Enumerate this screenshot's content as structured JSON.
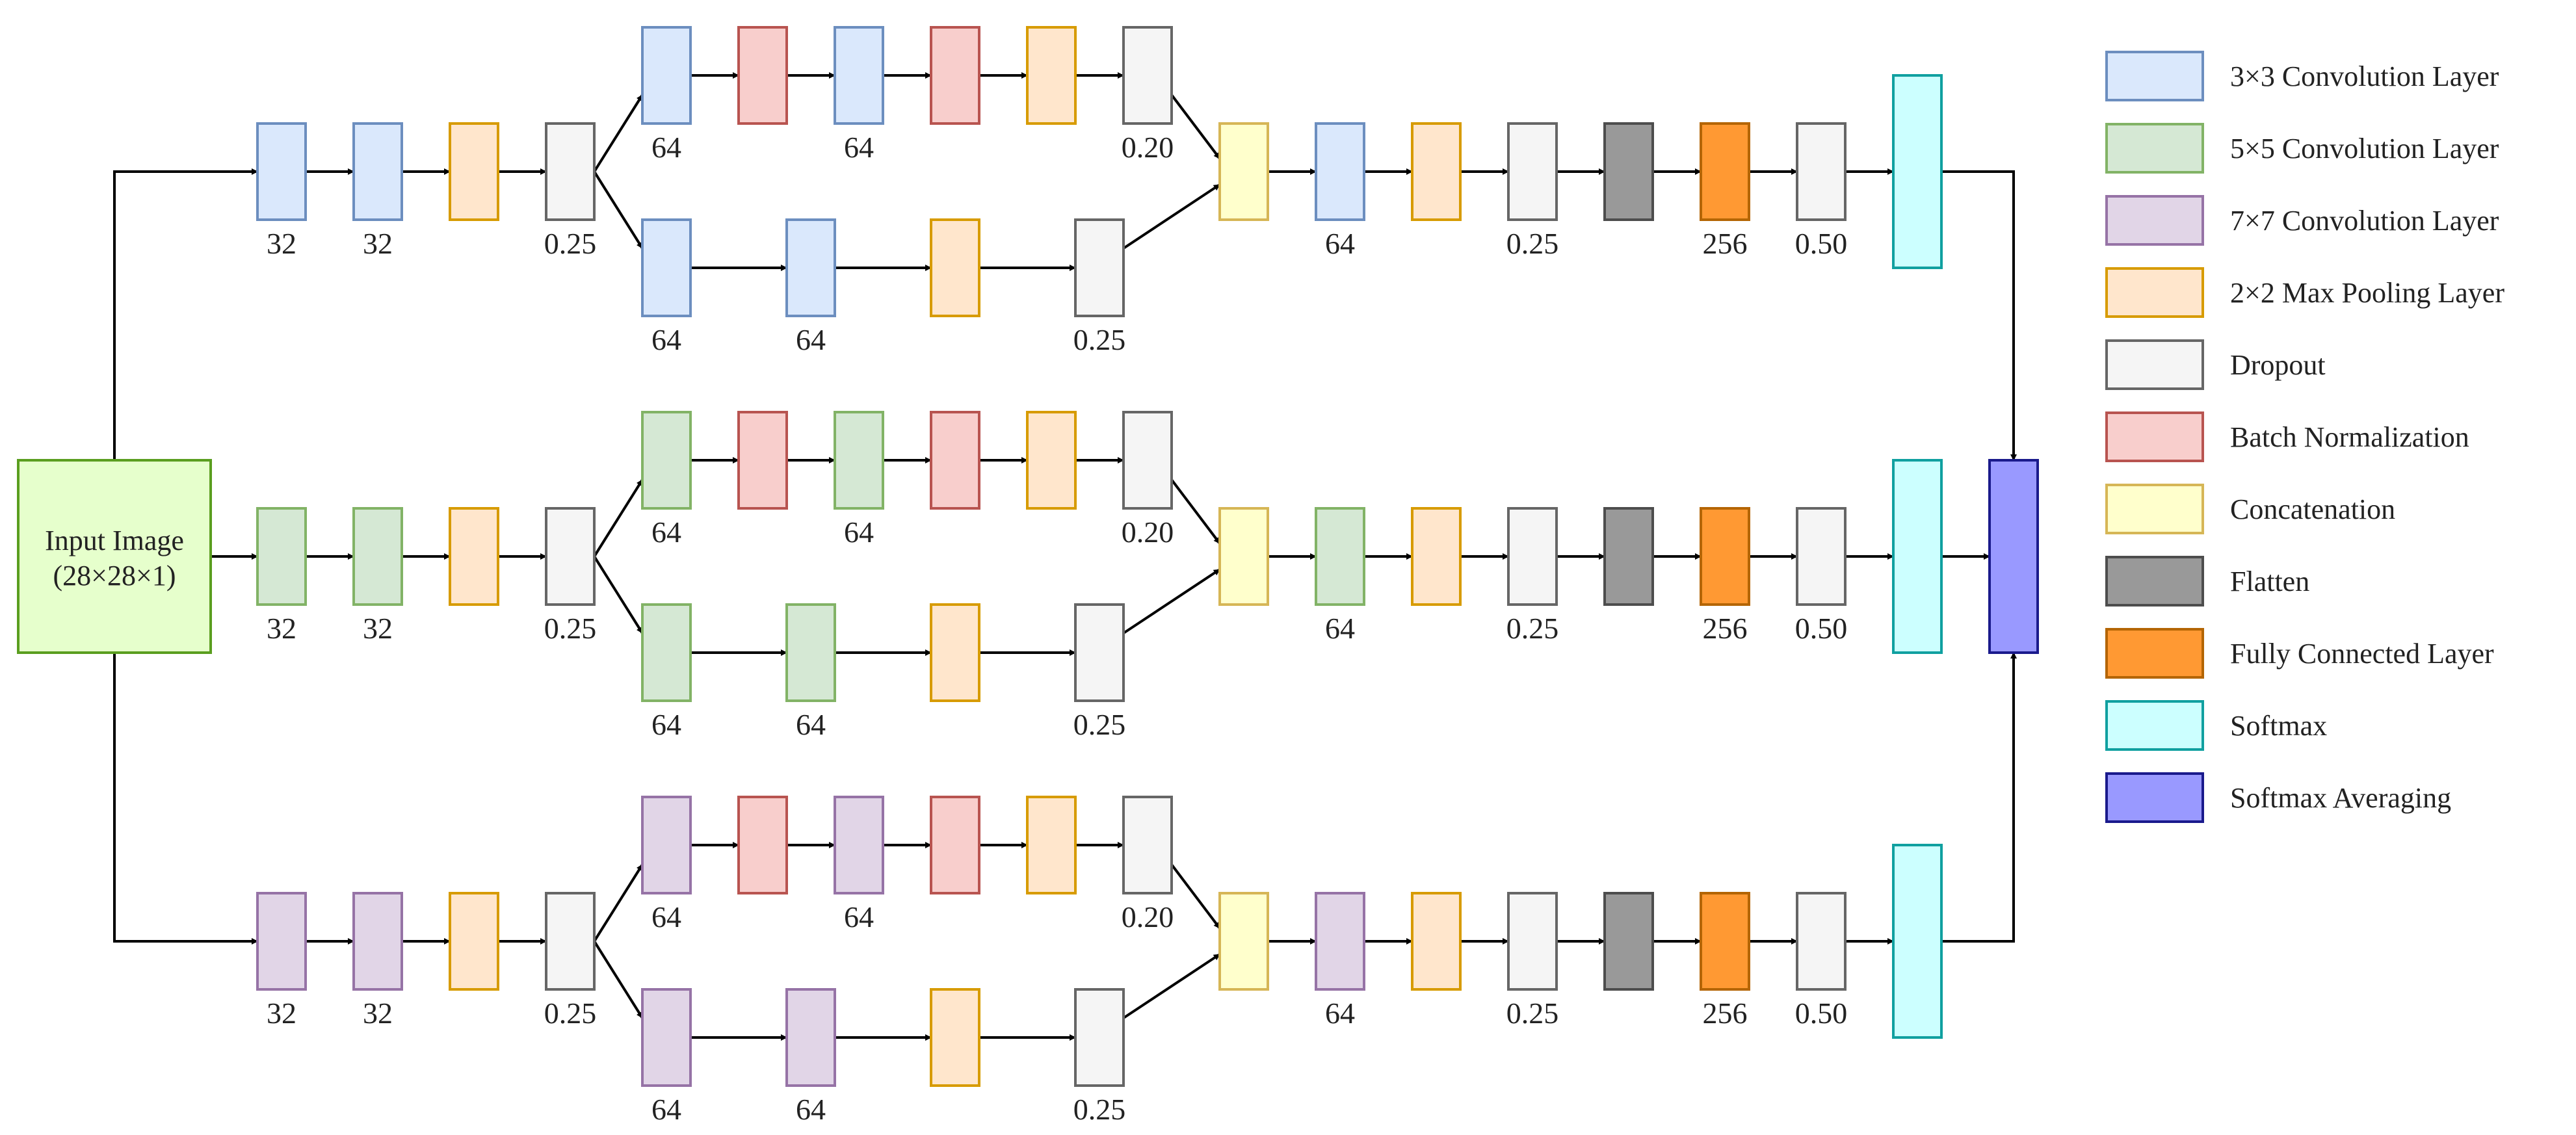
{
  "input": {
    "line1": "Input Image",
    "line2": "(28×28×1)"
  },
  "branches": [
    {
      "conv_type": "conv3",
      "stem_labels": [
        "32",
        "32",
        "",
        "0.25"
      ],
      "upper_labels": [
        "64",
        "",
        "64",
        "",
        "",
        "0.20"
      ],
      "lower_labels": [
        "64",
        "64",
        "",
        "0.25"
      ],
      "tail_labels": [
        "",
        "64",
        "",
        "0.25",
        "",
        "256",
        "0.50",
        ""
      ]
    },
    {
      "conv_type": "conv5",
      "stem_labels": [
        "32",
        "32",
        "",
        "0.25"
      ],
      "upper_labels": [
        "64",
        "",
        "64",
        "",
        "",
        "0.20"
      ],
      "lower_labels": [
        "64",
        "64",
        "",
        "0.25"
      ],
      "tail_labels": [
        "",
        "64",
        "",
        "0.25",
        "",
        "256",
        "0.50",
        ""
      ]
    },
    {
      "conv_type": "conv7",
      "stem_labels": [
        "32",
        "32",
        "",
        "0.25"
      ],
      "upper_labels": [
        "64",
        "",
        "64",
        "",
        "",
        "0.20"
      ],
      "lower_labels": [
        "64",
        "64",
        "",
        "0.25"
      ],
      "tail_labels": [
        "",
        "64",
        "",
        "0.25",
        "",
        "256",
        "0.50",
        ""
      ]
    }
  ],
  "legend": [
    {
      "key": "conv3",
      "label": "3×3 Convolution Layer",
      "fill": "#dae8fc",
      "stroke": "#6c8ebf"
    },
    {
      "key": "conv5",
      "label": "5×5 Convolution Layer",
      "fill": "#d5e8d4",
      "stroke": "#82b366"
    },
    {
      "key": "conv7",
      "label": "7×7 Convolution Layer",
      "fill": "#e1d5e7",
      "stroke": "#9673a6"
    },
    {
      "key": "pool",
      "label": "2×2 Max Pooling Layer",
      "fill": "#ffe6cc",
      "stroke": "#d79b00"
    },
    {
      "key": "dropout",
      "label": "Dropout",
      "fill": "#f5f5f5",
      "stroke": "#666666"
    },
    {
      "key": "bn",
      "label": "Batch Normalization",
      "fill": "#f8cecc",
      "stroke": "#b85450"
    },
    {
      "key": "concat",
      "label": "Concatenation",
      "fill": "#ffffcc",
      "stroke": "#d6b656"
    },
    {
      "key": "flatten",
      "label": "Flatten",
      "fill": "#999999",
      "stroke": "#4d4d4d"
    },
    {
      "key": "fc",
      "label": "Fully Connected Layer",
      "fill": "#ff9933",
      "stroke": "#b46504"
    },
    {
      "key": "softmax",
      "label": "Softmax",
      "fill": "#ccffff",
      "stroke": "#10a0a0"
    },
    {
      "key": "softavg",
      "label": "Softmax Averaging",
      "fill": "#9999ff",
      "stroke": "#1a1a8c"
    }
  ],
  "input_colors": {
    "fill": "#e6ffcc",
    "stroke": "#5a9e1f"
  }
}
